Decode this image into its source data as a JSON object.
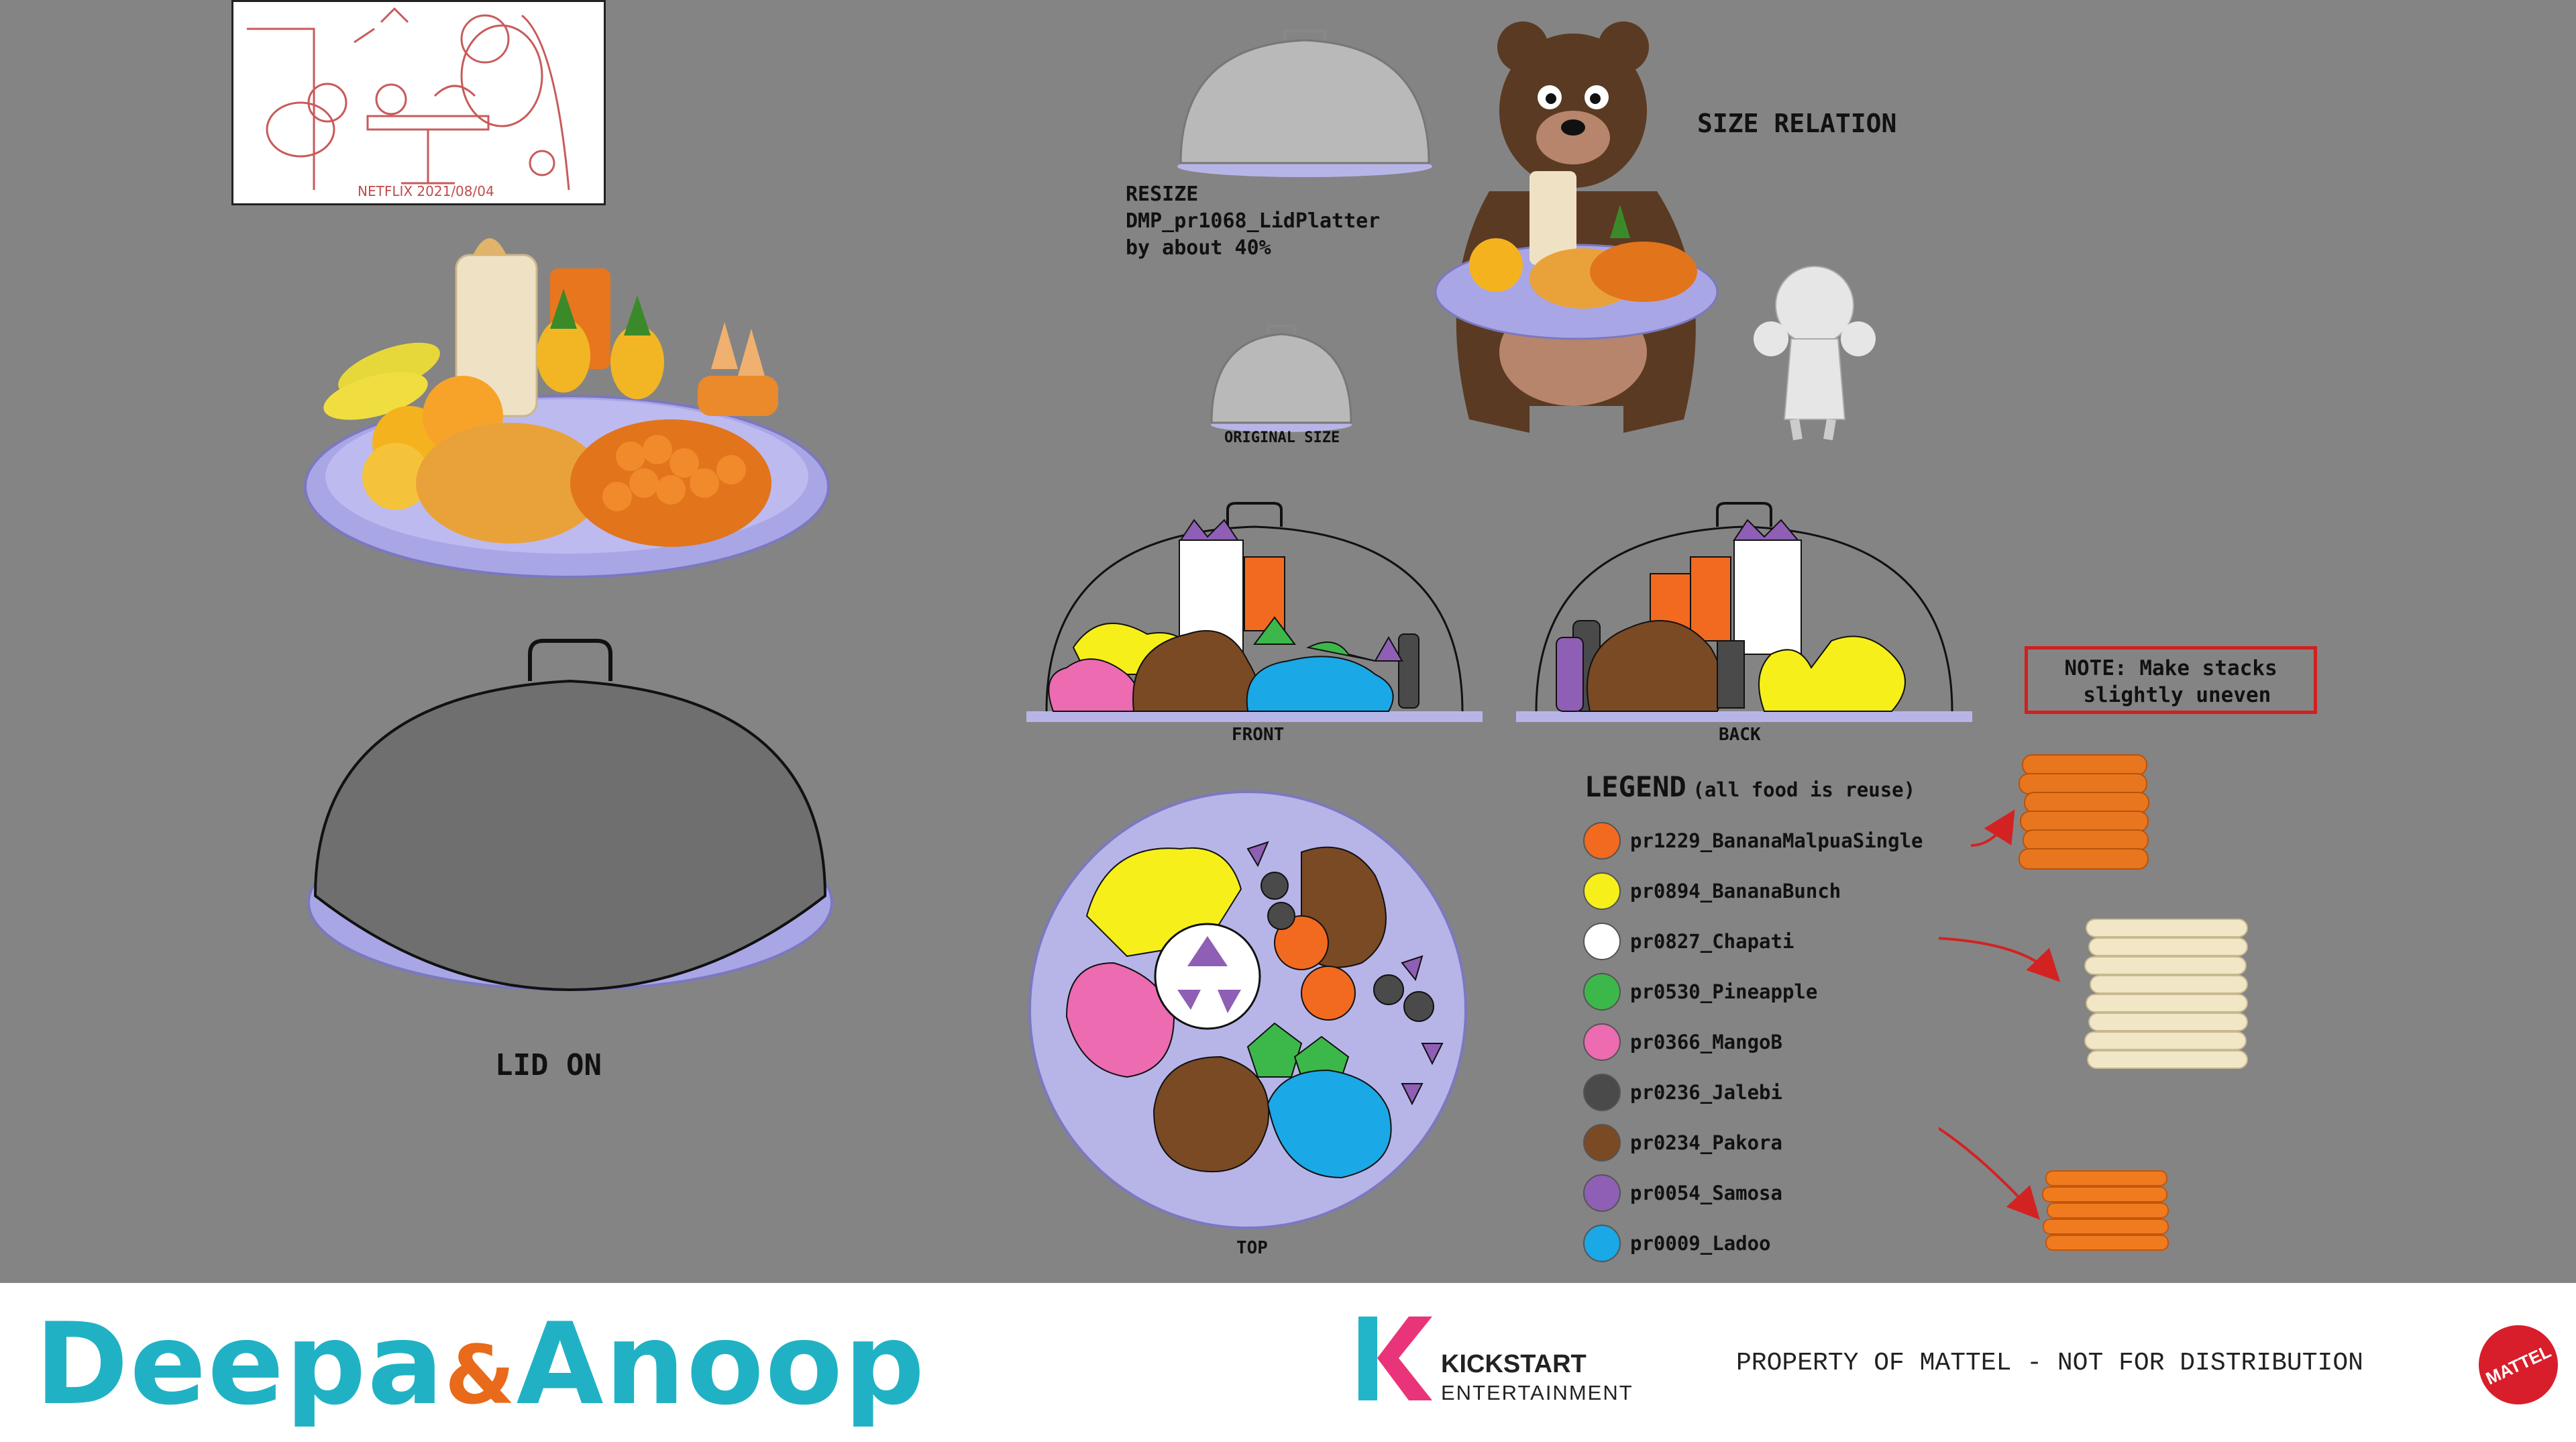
{
  "sketch": {
    "stamp": "NETFLIX 2021/08/04"
  },
  "resize_note": {
    "line1": "RESIZE",
    "line2": "DMP_pr1068_LidPlatter",
    "line3": "by about 40%"
  },
  "labels": {
    "size_relation": "SIZE RELATION",
    "original_size": "ORIGINAL SIZE",
    "lid_on": "LID ON",
    "front": "FRONT",
    "back": "BACK",
    "top": "TOP"
  },
  "note": {
    "text": "NOTE: Make stacks\n slightly uneven"
  },
  "legend": {
    "title": "LEGEND",
    "subtitle": "(all food is reuse)",
    "items": [
      {
        "label": "pr1229_BananaMalpuaSingle",
        "color": "#f26a1f"
      },
      {
        "label": "pr0894_BananaBunch",
        "color": "#f7ef1a"
      },
      {
        "label": "pr0827_Chapati",
        "color": "#ffffff"
      },
      {
        "label": "pr0530_Pineapple",
        "color": "#3cb84a"
      },
      {
        "label": "pr0366_MangoB",
        "color": "#ec6bb1"
      },
      {
        "label": "pr0236_Jalebi",
        "color": "#4a4a4a"
      },
      {
        "label": "pr0234_Pakora",
        "color": "#7a4a25"
      },
      {
        "label": "pr0054_Samosa",
        "color": "#8e5fb4"
      },
      {
        "label": "pr0009_Ladoo",
        "color": "#1aa8e6"
      }
    ]
  },
  "colors": {
    "platter": "#a9a6e6",
    "lid": "#6f6f6f",
    "arrow": "#d32222",
    "dome": "#8a8a8a"
  },
  "footer": {
    "brand_left": "Deepa",
    "brand_amp": "&",
    "brand_right": "Anoop",
    "kickstart_name": "KICKSTART",
    "kickstart_sub": "ENTERTAINMENT",
    "property": "PROPERTY OF MATTEL - NOT FOR DISTRIBUTION",
    "mattel": "MATTEL"
  }
}
